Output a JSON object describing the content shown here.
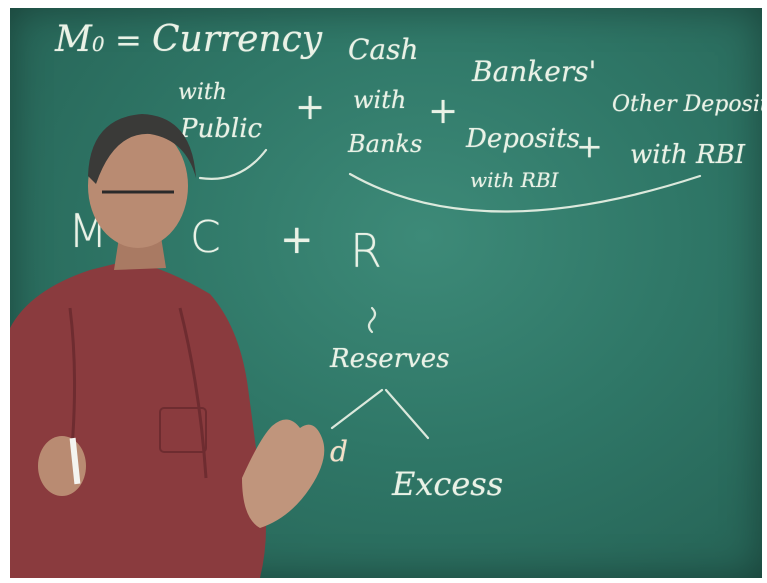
{
  "board": {
    "line1": {
      "lhs": "M",
      "lhs_sub": "0",
      "equals": "=",
      "t1": "Currency",
      "t1_sub1": "with",
      "t1_sub2": "Public",
      "plus1": "+",
      "t2a": "Cash",
      "t2b": "with",
      "t2c": "Banks",
      "plus2": "+",
      "t3a": "Bankers'",
      "t3b": "Deposits",
      "t3c": "with RBI",
      "plus3": "+",
      "t4a": "Other Deposits",
      "t4b": "with RBI"
    },
    "line2": {
      "m": "M",
      "c": "C",
      "plus": "+",
      "r": "R"
    },
    "tree": {
      "root": "Reserves",
      "left": "d",
      "right": "Excess"
    }
  },
  "colors": {
    "board": "#2f7767",
    "chalk": "#eaf2e6",
    "shirt": "#8a3b3e",
    "skin": "#b98b72"
  }
}
